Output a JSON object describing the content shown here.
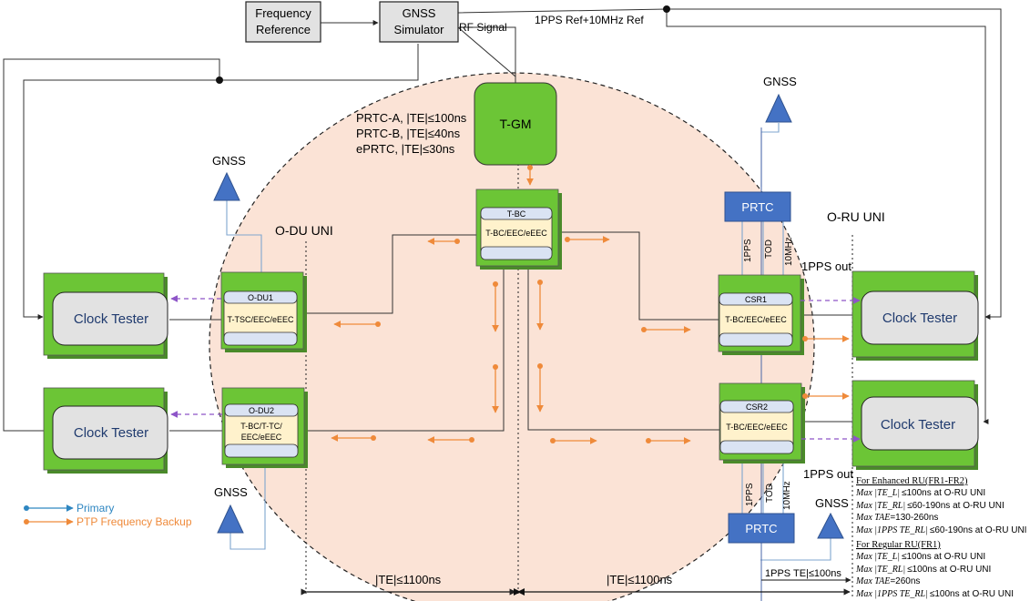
{
  "frequency_reference": [
    "Frequency",
    "Reference"
  ],
  "gnss_simulator": [
    "GNSS",
    "Simulator"
  ],
  "rf_signal": "RF Signal",
  "ref_signal": "1PPS Ref+10MHz Ref",
  "tgm": "T-GM",
  "prtc_specs": [
    "PRTC-A, |TE|≤100ns",
    "PRTC-B, |TE|≤40ns",
    "ePRTC, |TE|≤30ns"
  ],
  "tbc": {
    "title": "T-BC",
    "body": "T-BC/EEC/eEEC"
  },
  "odu1": {
    "title": "O-DU1",
    "body": "T-TSC/EEC/eEEC"
  },
  "odu2": {
    "title": "O-DU2",
    "body": [
      "T-BC/T-TC/",
      "EEC/eEEC"
    ]
  },
  "csr1": {
    "title": "CSR1",
    "body": "T-BC/EEC/eEEC"
  },
  "csr2": {
    "title": "CSR2",
    "body": "T-BC/EEC/eEEC"
  },
  "clock_tester": "Clock Tester",
  "gnss": "GNSS",
  "prtc": "PRTC",
  "o_du_uni": "O-DU UNI",
  "o_ru_uni": "O-RU UNI",
  "pps_out": "1PPS out",
  "link_labels": {
    "pps": "1PPS",
    "tod": "TOD",
    "mhz": "10MHz"
  },
  "legend": {
    "primary": "Primary",
    "backup": "PTP Frequency Backup"
  },
  "te_budget": "|TE|≤1100ns",
  "pps_te": "1PPS TE|≤100ns",
  "colors": {
    "ellipse": "#fbe3d6",
    "green": "#6cc536",
    "prtc_blue": "#4472c4",
    "orange": "#ef8a3a",
    "purple": "#8e55c8",
    "primary_blue": "#2e86c1"
  },
  "enhanced_ru": {
    "heading": "For Enhanced RU(FR1-FR2)",
    "lines": [
      {
        "m": "Max |TE_L|",
        "v": "≤100ns at O-RU UNI"
      },
      {
        "m": "Max |TE_RL|",
        "v": "≤60-190ns at O-RU UNI"
      },
      {
        "m": "Max TAE",
        "v": "=130-260ns"
      },
      {
        "m": "Max |1PPS TE_RL|",
        "v": "≤60-190ns at O-RU UNI"
      }
    ]
  },
  "regular_ru": {
    "heading": "For Regular RU(FR1)",
    "lines": [
      {
        "m": "Max |TE_L|",
        "v": "≤100ns at O-RU UNI"
      },
      {
        "m": "Max |TE_RL|",
        "v": "≤100ns at O-RU UNI"
      },
      {
        "m": "Max TAE",
        "v": "=260ns"
      },
      {
        "m": "Max |1PPS TE_RL|",
        "v": "≤100ns at O-RU UNI"
      }
    ]
  }
}
